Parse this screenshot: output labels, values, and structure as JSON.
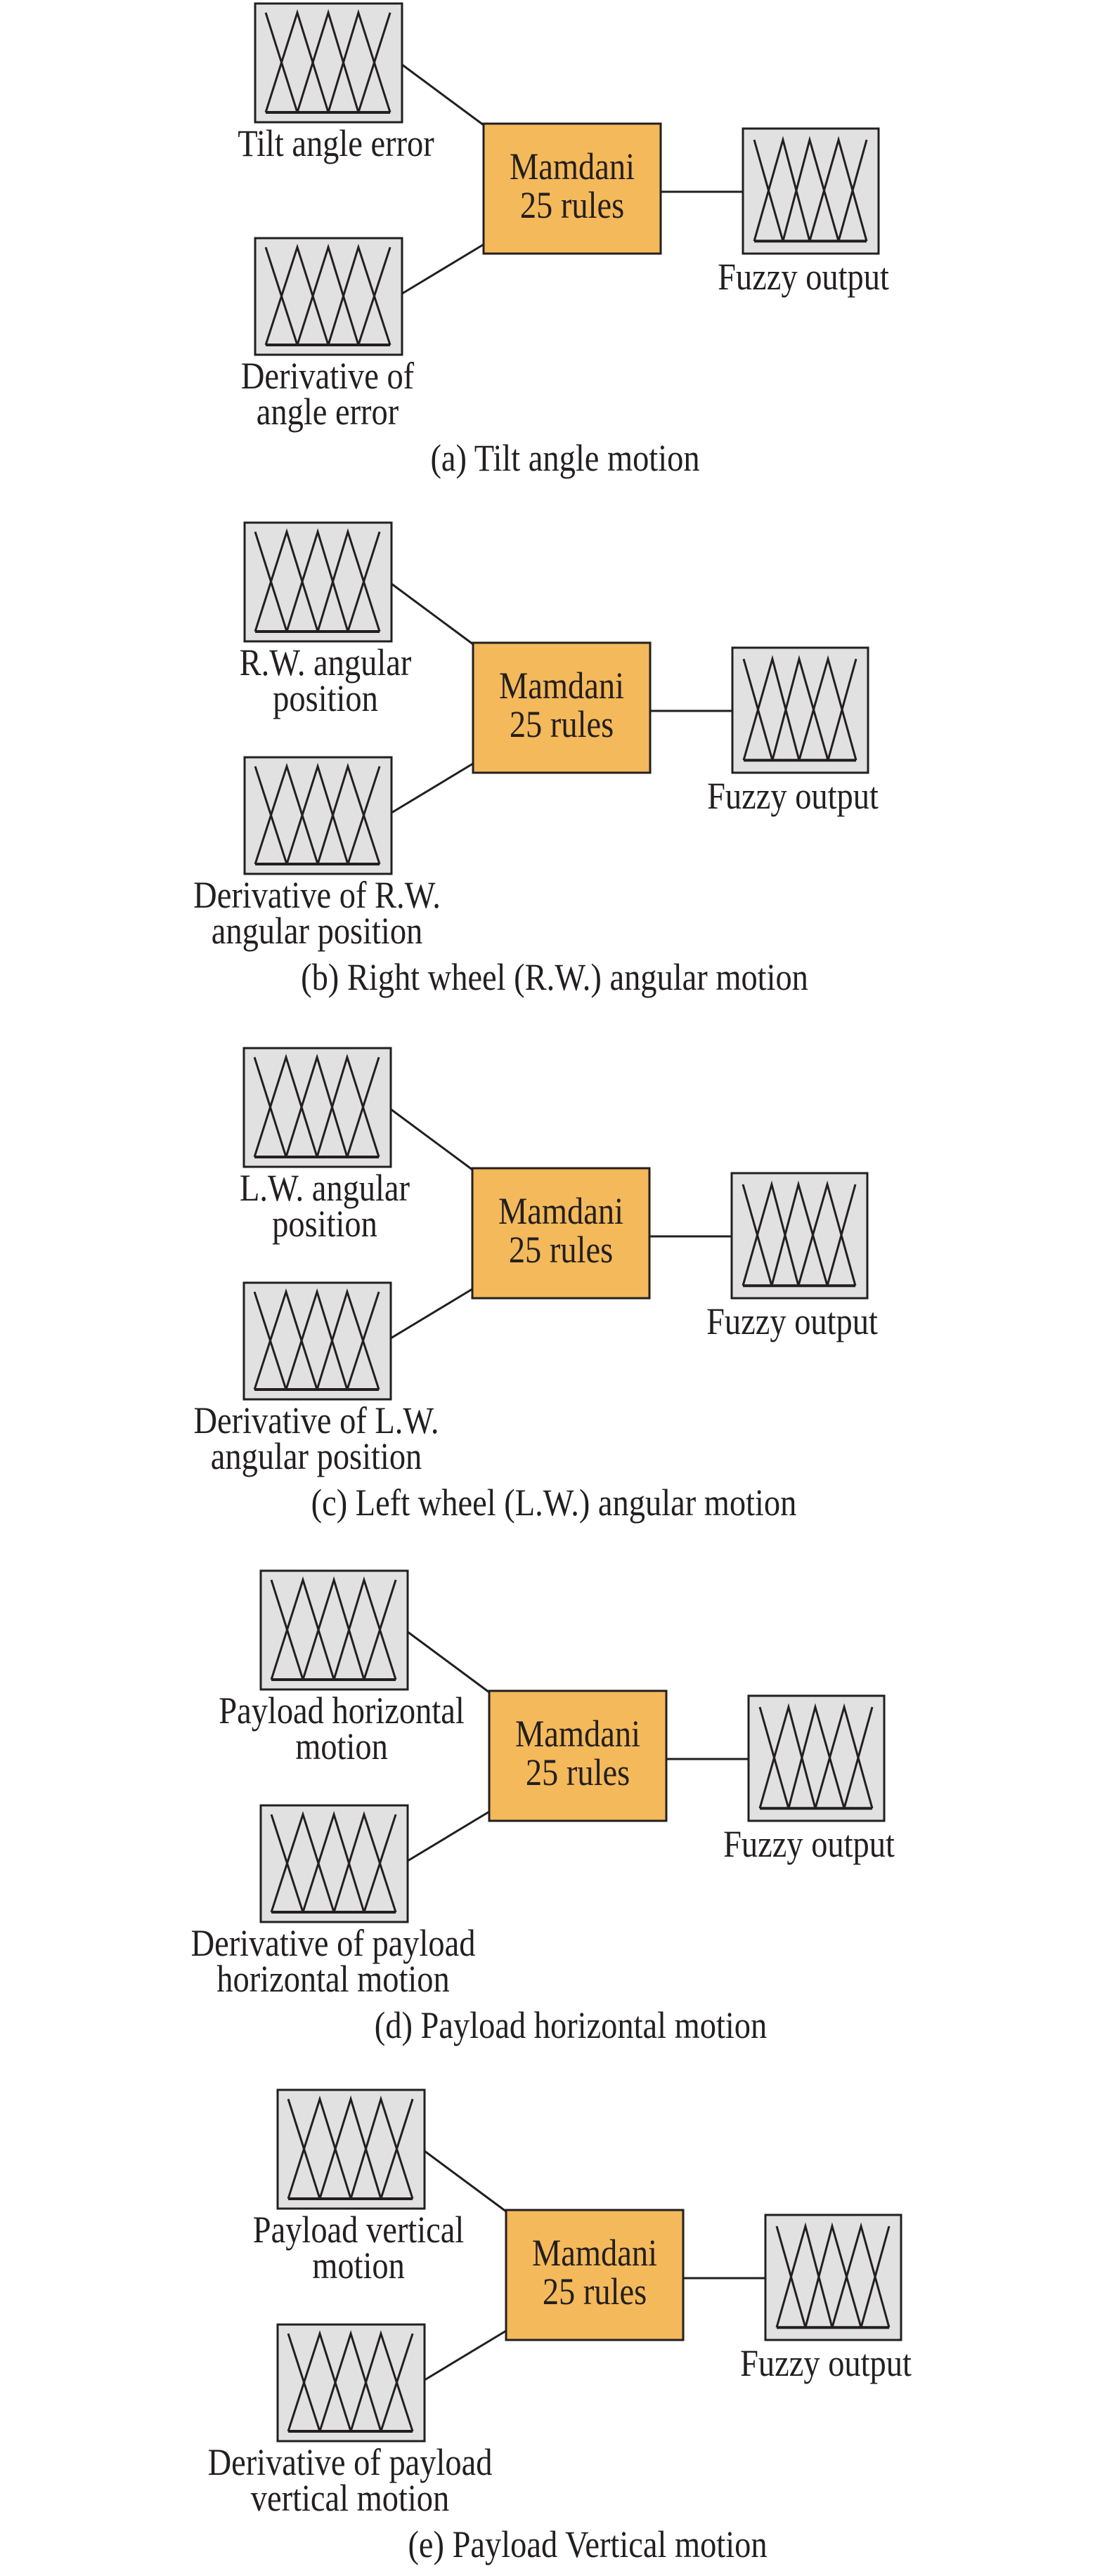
{
  "figure": {
    "colors": {
      "rule_box": "#f4b95a",
      "mf_box": "#e1e1e1",
      "stroke": "#231f20"
    },
    "engine_lines": [
      "Mamdani",
      "25 rules"
    ],
    "output_label": "Fuzzy output",
    "mf_count": 5,
    "panels": [
      {
        "id": "a",
        "input1_lines": [
          "Tilt angle error"
        ],
        "input2_lines": [
          "Derivative of",
          "angle error"
        ],
        "caption": "(a) Tilt angle motion"
      },
      {
        "id": "b",
        "input1_lines": [
          "R.W. angular",
          "position"
        ],
        "input2_lines": [
          "Derivative of R.W.",
          "angular position"
        ],
        "caption": "(b) Right wheel (R.W.) angular motion"
      },
      {
        "id": "c",
        "input1_lines": [
          "L.W. angular",
          "position"
        ],
        "input2_lines": [
          "Derivative of L.W.",
          "angular position"
        ],
        "caption": "(c) Left wheel (L.W.) angular motion"
      },
      {
        "id": "d",
        "input1_lines": [
          "Payload horizontal",
          "motion"
        ],
        "input2_lines": [
          "Derivative of payload",
          "horizontal motion"
        ],
        "caption": "(d) Payload horizontal motion"
      },
      {
        "id": "e",
        "input1_lines": [
          "Payload vertical",
          "motion"
        ],
        "input2_lines": [
          "Derivative of payload",
          "vertical motion"
        ],
        "caption": "(e) Payload Vertical motion"
      }
    ]
  }
}
